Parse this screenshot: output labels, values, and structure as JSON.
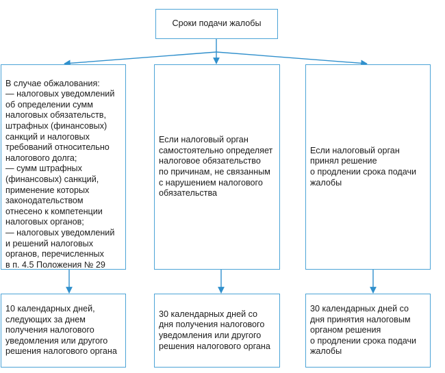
{
  "title": "Сроки подачи жалобы",
  "cases": [
    {
      "text": "В случае обжалования:\n— налоговых уведомлений\nоб определении сумм\nналоговых обязательств,\nштрафных (финансовых)\nсанкций и налоговых\nтребований относительно\nналогового долга;\n— сумм штрафных\n(финансовых) санкций,\nприменение которых\nзаконодательством\nотнесено к компетенции\nналоговых органов;\n— налоговых уведомлений\nи решений налоговых\nорганов, перечисленных\nв п. 4.5 Положения № 29"
    },
    {
      "text": "Если налоговый орган\nсамостоятельно определяет\nналоговое обязательство\nпо причинам, не связанным\nс нарушением налогового\nобязательства"
    },
    {
      "text": "Если налоговый орган\nпринял решение\nо продлении срока подачи\nжалобы"
    }
  ],
  "terms": [
    {
      "text": "10 календарных дней,\nследующих за днем\nполучения налогового\nуведомления или другого\nрешения налогового органа"
    },
    {
      "text": "30 календарных дней со\nдня получения налогового\nуведомления или другого\nрешения налогового органа"
    },
    {
      "text": "30 календарных дней со\nдня принятия налоговым\nорганом решения\nо продлении срока подачи\nжалобы"
    }
  ],
  "colors": {
    "border": "#4ba3d6",
    "arrow": "#2f8fcc"
  }
}
